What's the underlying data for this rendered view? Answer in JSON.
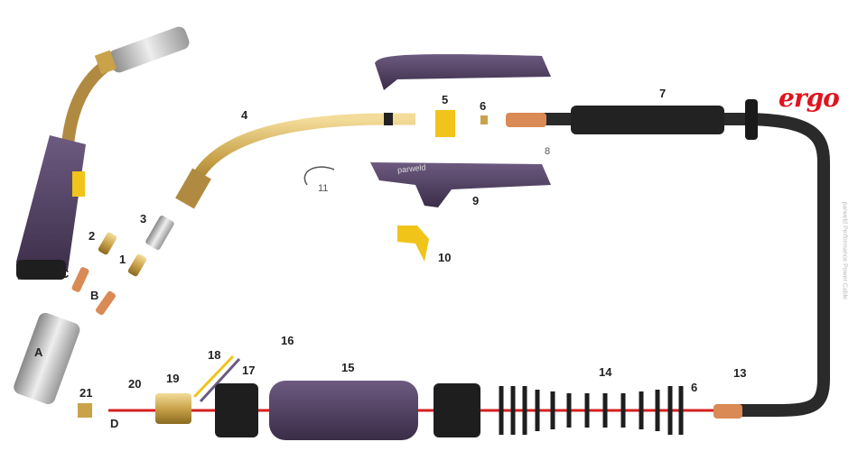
{
  "brand_logo": "ergo",
  "handle_brand": "parweld",
  "cable_text": "parweld Performance Power Cable",
  "labels": {
    "p1": "1",
    "p2": "2",
    "p3": "3",
    "p4": "4",
    "p5": "5",
    "p6a": "6",
    "p6b": "6",
    "p7": "7",
    "p8": "8",
    "p9": "9",
    "p10": "10",
    "p11": "11",
    "p13": "13",
    "p14": "14",
    "p15": "15",
    "p16": "16",
    "p17": "17",
    "p18": "18",
    "p19": "19",
    "p20": "20",
    "p21": "21",
    "pA": "A",
    "pB": "B",
    "pC": "C",
    "pD": "D"
  },
  "colors": {
    "handle": "#4a3a5a",
    "brass": "#c9a24a",
    "copper": "#d98a55",
    "cable": "#2a2a2a",
    "red": "#d42020",
    "yellow": "#f0c419"
  }
}
